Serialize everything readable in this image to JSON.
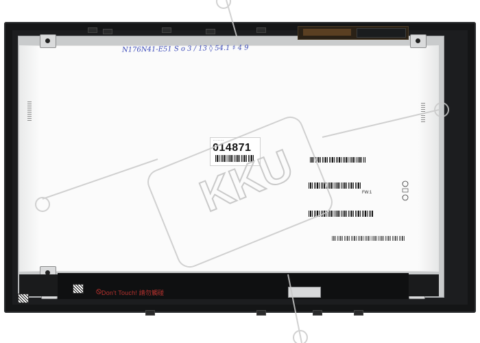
{
  "product": {
    "handwritten_note": "N176N41-E51 S o 3 / 13 ◊ 54.1 ♯ 4 9",
    "serial_label_id": "014871",
    "warning_text": "Don't Touch! 請勿觸碰",
    "firmware_text": "FW:1"
  },
  "watermark": {
    "text": "KKU",
    "color": "#c9c9c9"
  },
  "colors": {
    "bezel": "#141516",
    "panel": "#fbfbfb",
    "warning": "#b8322e",
    "handwriting": "#3a49b8"
  }
}
